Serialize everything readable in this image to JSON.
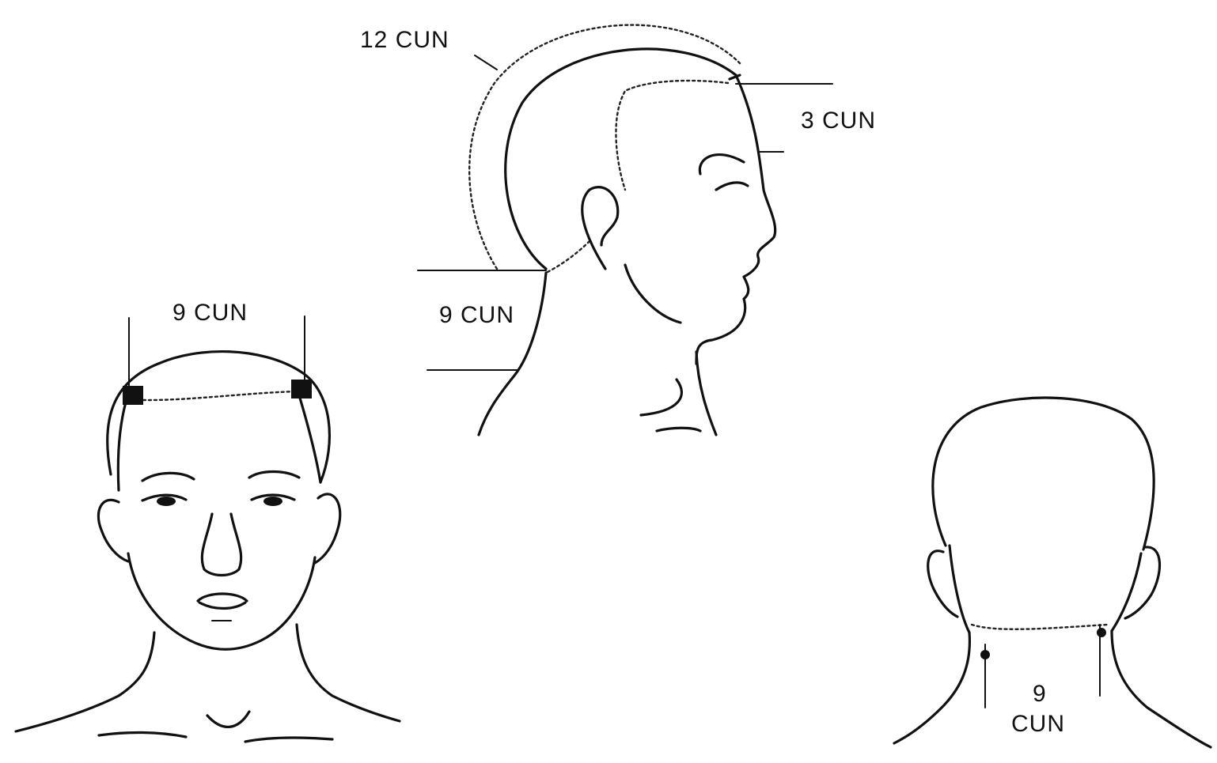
{
  "figures": {
    "front_view": {
      "labels": {
        "hairline_width": "9  CUN"
      }
    },
    "side_view": {
      "labels": {
        "skull_arc": "12  CUN",
        "forehead": "3 CUN",
        "neck": "9 CUN"
      }
    },
    "back_view": {
      "labels": {
        "neck_number": "9",
        "neck_unit": "CUN"
      }
    }
  },
  "colors": {
    "ink": "#111111",
    "background": "#ffffff"
  }
}
